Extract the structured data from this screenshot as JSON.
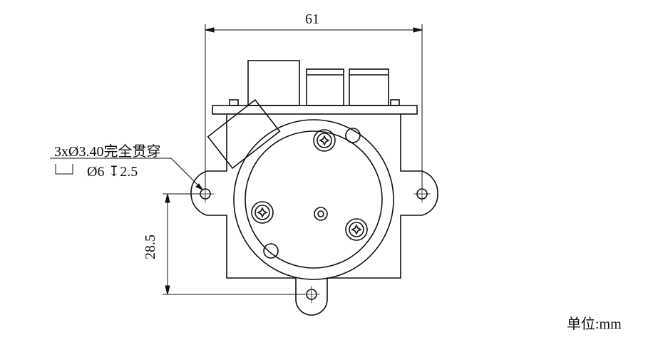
{
  "dimensions": {
    "width_label": "61",
    "height_label": "28.5"
  },
  "callout": {
    "hole_spec": "3xØ3.40完全贯穿",
    "counterbore_spec": "Ø6 ↧2.5"
  },
  "units_label": "单位:mm"
}
